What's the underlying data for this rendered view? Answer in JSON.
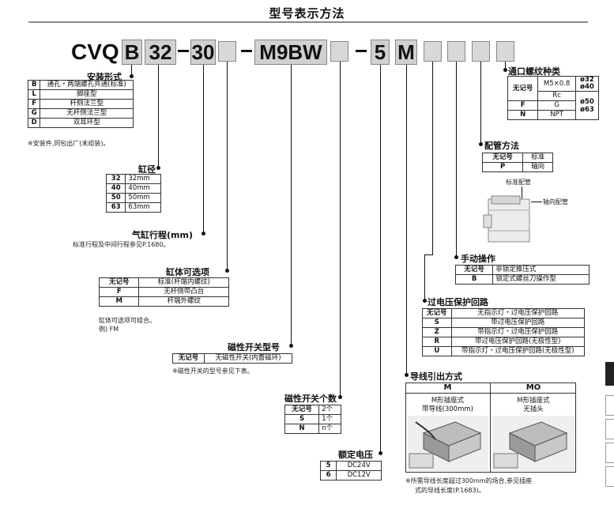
{
  "title": "型号表示方法",
  "model": {
    "prefix": "CVQ",
    "b": "B",
    "bore": "32",
    "dash1": "-",
    "stroke": "30",
    "dash2": "-",
    "switch": "M9BW",
    "dash3": "-",
    "voltage": "5",
    "wire": "M"
  },
  "mounting": {
    "title": "安装形式",
    "rows": [
      {
        "k": "B",
        "v": "通孔・两端螺孔共通(标准)"
      },
      {
        "k": "L",
        "v": "脚座型"
      },
      {
        "k": "F",
        "v": "杆侧法兰型"
      },
      {
        "k": "G",
        "v": "无杆侧法兰型"
      },
      {
        "k": "D",
        "v": "双耳环型"
      }
    ],
    "note": "※安装件,同包出厂(未组装)。"
  },
  "bore": {
    "title": "缸径",
    "rows": [
      {
        "k": "32",
        "v": "32mm"
      },
      {
        "k": "40",
        "v": "40mm"
      },
      {
        "k": "50",
        "v": "50mm"
      },
      {
        "k": "63",
        "v": "63mm"
      }
    ]
  },
  "stroke": {
    "title": "气缸行程(mm)",
    "note": "标准行程及中间行程参见P.1680。"
  },
  "body_option": {
    "title": "缸体可选项",
    "rows": [
      {
        "k": "无记号",
        "v": "标准(杆端内螺纹)"
      },
      {
        "k": "F",
        "v": "无杆侧带凸台"
      },
      {
        "k": "M",
        "v": "杆端外螺纹"
      }
    ],
    "note1": "缸体可选项可组合。",
    "note2": "例) FM"
  },
  "switch_model": {
    "title": "磁性开关型号",
    "rows": [
      {
        "k": "无记号",
        "v": "无磁性开关(内置磁环)"
      }
    ],
    "note": "※磁性开关的型号参见下表。"
  },
  "switch_count": {
    "title": "磁性开关个数",
    "rows": [
      {
        "k": "无记号",
        "v": "2个"
      },
      {
        "k": "S",
        "v": "1个"
      },
      {
        "k": "N",
        "v": "n个"
      }
    ]
  },
  "rated_voltage": {
    "title": "额定电压",
    "rows": [
      {
        "k": "5",
        "v": "DC24V"
      },
      {
        "k": "6",
        "v": "DC12V"
      }
    ]
  },
  "port_thread": {
    "title": "通口螺纹种类",
    "k1": "无记号",
    "m5": "M5×0.8",
    "rc": "Rc",
    "phi1a": "ø32",
    "phi1b": "ø40",
    "f": "F",
    "g": "G",
    "n": "N",
    "npt": "NPT",
    "phi2a": "ø50",
    "phi2b": "ø63"
  },
  "piping": {
    "title": "配管方法",
    "rows": [
      {
        "k": "无记号",
        "v": "标准"
      },
      {
        "k": "P",
        "v": "轴向"
      }
    ],
    "label_std": "标准配管",
    "label_axial": "轴向配管"
  },
  "manual": {
    "title": "手动操作",
    "rows": [
      {
        "k": "无记号",
        "v": "非锁定推压式"
      },
      {
        "k": "B",
        "v": "锁定式螺丝刀操作型"
      }
    ]
  },
  "surge": {
    "title": "过电压保护回路",
    "rows": [
      {
        "k": "无记号",
        "v": "无指示灯・过电压保护回路"
      },
      {
        "k": "S",
        "v": "带过电压保护回路"
      },
      {
        "k": "Z",
        "v": "带指示灯・过电压保护回路"
      },
      {
        "k": "R",
        "v": "带过电压保护回路(无极性型)"
      },
      {
        "k": "U",
        "v": "带指示灯・过电压保护回路(无极性型)"
      }
    ]
  },
  "wiring": {
    "title": "导线引出方式",
    "col1_head": "M",
    "col2_head": "MO",
    "col1_l1": "M形插座式",
    "col1_l2": "带导线(300mm)",
    "col2_l1": "M形插座式",
    "col2_l2": "无插头",
    "note1": "※所需导线长度超过300mm的场合,参见插座",
    "note2": "式的导线长度(P.1683)。"
  }
}
